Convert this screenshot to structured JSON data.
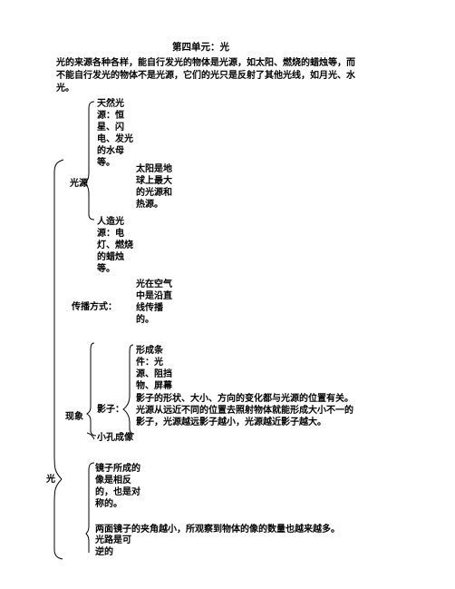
{
  "title": "第四单元：光",
  "intro": "光的来源各种各样，能自行发光的物体是光源，如太阳、燃烧的蜡烛等，而不能自行发光的物体不是光源，它们的光只是反射了其他光线，如月光、水光。",
  "root_label": "光",
  "light_source": {
    "label": "光源",
    "natural": "天然光源：恒星、闪电、发光的水母等。",
    "sun_note": "太阳是地球上最大的光源和热源。",
    "artificial": "人造光源：电灯、燃烧的蜡烛等。"
  },
  "propagation": {
    "label": "传播方式：",
    "text": "光在空气中是沿直线传播的。"
  },
  "phenomena": {
    "label": "现象",
    "shadow": {
      "label": "影子：",
      "conditions": "形成条件：光源、阻挡物、屏幕",
      "line1": "影子的形状、大小、方向的变化都与光源的位置有关。",
      "line2": "光源从远近不同的位置去照射物体就能形成大小不一的",
      "line3": "影子，光源越远影子越小，光源越近影子越大。"
    },
    "pinhole": "小孔成像"
  },
  "mirror": {
    "text": "镜子所成的像是相反的，也是对称的。",
    "angle_note": "两面镜子的夹角越小，所观察到物体的像的数量也越来越多。",
    "cut_text": "光路是可逆的"
  }
}
